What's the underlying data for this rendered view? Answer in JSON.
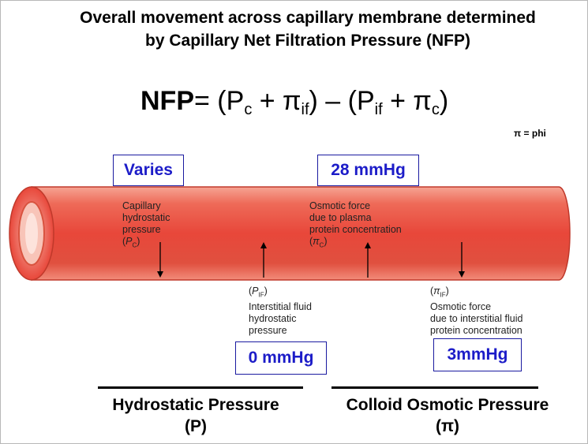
{
  "title": {
    "line1": "Overall movement across capillary membrane determined",
    "line2": "by Capillary Net Filtration Pressure (NFP)"
  },
  "formula": {
    "lhs": "NFP",
    "eq_open": "= (P",
    "sub_c": "c",
    "plus_pi": " + π",
    "sub_if": "if",
    "mid": ") – (P",
    "sub_if2": "if",
    "plus_pi2": " + π",
    "sub_c2": "c",
    "close": ")"
  },
  "phi_note": "π = phi",
  "values": {
    "capillary_hydrostatic": "Varies",
    "osmotic_plasma": "28 mmHg",
    "interstitial_hydrostatic": "0 mmHg",
    "interstitial_osmotic": "3mmHg"
  },
  "labels": {
    "pc": {
      "line1": "Capillary",
      "line2": "hydrostatic",
      "line3": "pressure",
      "sym": "P",
      "sub": "C"
    },
    "pic": {
      "line1": "Osmotic force",
      "line2": "due to plasma",
      "line3": "protein concentration",
      "sym": "π",
      "sub": "C"
    },
    "pif": {
      "sym": "P",
      "sub": "IF",
      "line1": "Interstitial fluid",
      "line2": "hydrostatic",
      "line3": "pressure"
    },
    "piif": {
      "sym": "π",
      "sub": "IF",
      "line1": "Osmotic force",
      "line2": "due to interstitial fluid",
      "line3": "protein concentration"
    }
  },
  "captions": {
    "hydrostatic": {
      "line1": "Hydrostatic Pressure",
      "line2": "(P)"
    },
    "colloid": {
      "line1": "Colloid Osmotic Pressure",
      "line2": "(π)"
    }
  },
  "colors": {
    "vessel_red": "#e8473a",
    "vessel_light": "#f7a89a",
    "value_blue": "#1c1cc8"
  }
}
